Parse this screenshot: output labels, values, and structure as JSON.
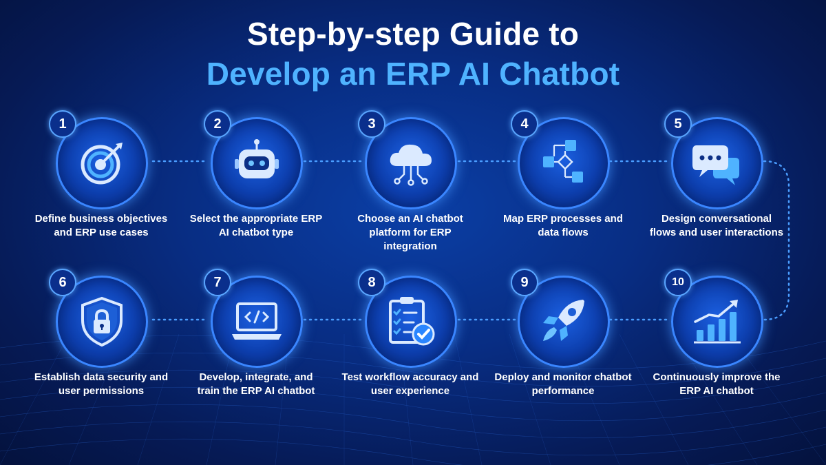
{
  "title": {
    "line1": "Step-by-step Guide to",
    "line2": "Develop an ERP AI Chatbot"
  },
  "colors": {
    "accent": "#4fb3ff",
    "ring": "#3a86ff",
    "background": "#082d83"
  },
  "steps": [
    {
      "number": "1",
      "label": "Define business objectives and ERP use cases",
      "icon": "target-icon"
    },
    {
      "number": "2",
      "label": "Select the appropriate ERP AI chatbot type",
      "icon": "robot-icon"
    },
    {
      "number": "3",
      "label": "Choose an AI chatbot platform for ERP integration",
      "icon": "cloud-network-icon"
    },
    {
      "number": "4",
      "label": "Map ERP processes and data flows",
      "icon": "flowchart-icon"
    },
    {
      "number": "5",
      "label": "Design conversational flows and user interactions",
      "icon": "chat-bubbles-icon"
    },
    {
      "number": "6",
      "label": "Establish data security and user permissions",
      "icon": "shield-lock-icon"
    },
    {
      "number": "7",
      "label": "Develop, integrate, and train the ERP AI chatbot",
      "icon": "laptop-code-icon"
    },
    {
      "number": "8",
      "label": "Test workflow accuracy and user experience",
      "icon": "checklist-icon"
    },
    {
      "number": "9",
      "label": "Deploy and monitor chatbot performance",
      "icon": "rocket-icon"
    },
    {
      "number": "10",
      "label": "Continuously improve the ERP AI chatbot",
      "icon": "growth-chart-icon"
    }
  ]
}
